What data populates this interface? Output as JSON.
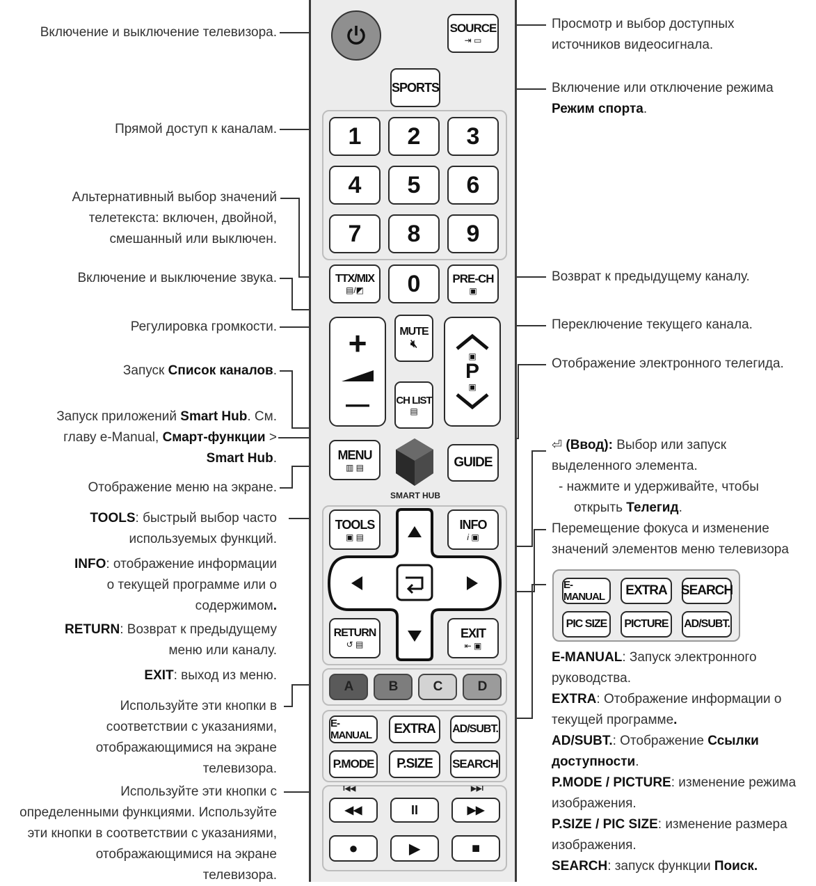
{
  "left_notes": {
    "power": "Включение и выключение телевизора.",
    "channels": "Прямой доступ к каналам.",
    "ttx": [
      "Альтернативный выбор значений",
      "телетекста: включен, двойной,",
      "смешанный или выключен."
    ],
    "mute": "Включение и выключение звука.",
    "volume": "Регулировка громкости.",
    "chlist_a": "Запуск ",
    "chlist_b": "Список каналов",
    "chlist_c": ".",
    "smarthub_1a": "Запуск приложений ",
    "smarthub_1b": "Smart Hub",
    "smarthub_1c": ". См.",
    "smarthub_2a": "главу e-Manual, ",
    "smarthub_2b": "Смарт-функции",
    "smarthub_2c": " >",
    "smarthub_3a": "Smart Hub",
    "smarthub_3b": ".",
    "menu": "Отображение меню на экране.",
    "tools_a": "TOOLS",
    "tools_b": ": быстрый выбор часто",
    "tools_c": "используемых функций.",
    "info_a": "INFO",
    "info_b": ": отображение информации",
    "info_c": "о текущей программе или о",
    "info_d": "содержимом",
    "info_e": ".",
    "return_a": "RETURN",
    "return_b": ": Возврат к предыдущему",
    "return_c": "меню или каналу.",
    "exit_a": "EXIT",
    "exit_b": ": выход из меню.",
    "color": [
      "Используйте эти кнопки в",
      "соответствии с указаниями,",
      "отображающимися на экране",
      "телевизора."
    ],
    "special": [
      "Используйте эти кнопки с",
      "определенными функциями. Используйте",
      "эти кнопки в соответствии с указаниями,",
      "отображающимися на экране",
      "телевизора."
    ]
  },
  "right_notes": {
    "source": [
      "Просмотр и выбор доступных",
      "источников видеосигнала."
    ],
    "sports_a": "Включение или отключение режима",
    "sports_b": "Режим спорта",
    "sports_c": ".",
    "prech": "Возврат к предыдущему каналу.",
    "channel": "Переключение текущего канала.",
    "guide": "Отображение электронного телегида.",
    "enter_a": "(Ввод):",
    "enter_b": " Выбор или запуск",
    "enter_c": "выделенного элемента.",
    "enter_d": "- нажмите и удерживайте, чтобы",
    "enter_e": "открыть ",
    "enter_f": "Телегид",
    "enter_g": ".",
    "nav": [
      "Перемещение фокуса и изменение",
      "значений элементов меню телевизора"
    ],
    "emanual_a": "E-MANUAL",
    "emanual_b": ": Запуск электронного",
    "emanual_c": "руководства.",
    "extra_a": "EXTRA",
    "extra_b": ": Отображение информации о",
    "extra_c": "текущей программе",
    "extra_d": ".",
    "adsubt_a": "AD/SUBT.",
    "adsubt_b": ": Отображение ",
    "adsubt_c": "Ссылки",
    "adsubt_d": "доступности",
    "adsubt_e": ".",
    "pmode_a": "P.MODE / PICTURE",
    "pmode_b": ": изменение режима",
    "pmode_c": "изображения.",
    "psize_a": "P.SIZE / PIC SIZE",
    "psize_b": ": изменение размера",
    "psize_c": "изображения.",
    "search_a": "SEARCH",
    "search_b": ": запуск функции ",
    "search_c": "Поиск."
  },
  "remote": {
    "source": "SOURCE",
    "sports": "SPORTS",
    "digits": [
      "1",
      "2",
      "3",
      "4",
      "5",
      "6",
      "7",
      "8",
      "9",
      "0"
    ],
    "ttx": "TTX/MIX",
    "prech": "PRE-CH",
    "mute": "MUTE",
    "chlist": "CH LIST",
    "p": "P",
    "vol_plus": "+",
    "vol_minus": "—",
    "menu": "MENU",
    "guide": "GUIDE",
    "smart_hub": "SMART HUB",
    "tools": "TOOLS",
    "info": "INFO",
    "return": "RETURN",
    "exit": "EXIT",
    "colors": [
      "A",
      "B",
      "C",
      "D"
    ],
    "func_top": [
      "E-MANUAL",
      "EXTRA",
      "AD/SUBT."
    ],
    "func_bottom": [
      "P.MODE",
      "P.SIZE",
      "SEARCH"
    ],
    "rw": "◀◀",
    "pause": "II",
    "ff": "▶▶",
    "rec": "●",
    "play": "▶",
    "stop": "■",
    "prev_mark": "I◀◀",
    "next_mark": "▶▶I"
  },
  "inset": {
    "top": [
      "E-MANUAL",
      "EXTRA",
      "SEARCH"
    ],
    "bottom": [
      "PIC SIZE",
      "PICTURE",
      "AD/SUBT."
    ]
  },
  "colors": {
    "power": "#8f8f8f",
    "btn_a": "#5a5a5a",
    "btn_b": "#7d7d7d",
    "btn_c": "#d3d3d3",
    "btn_d": "#9b9b9b"
  }
}
